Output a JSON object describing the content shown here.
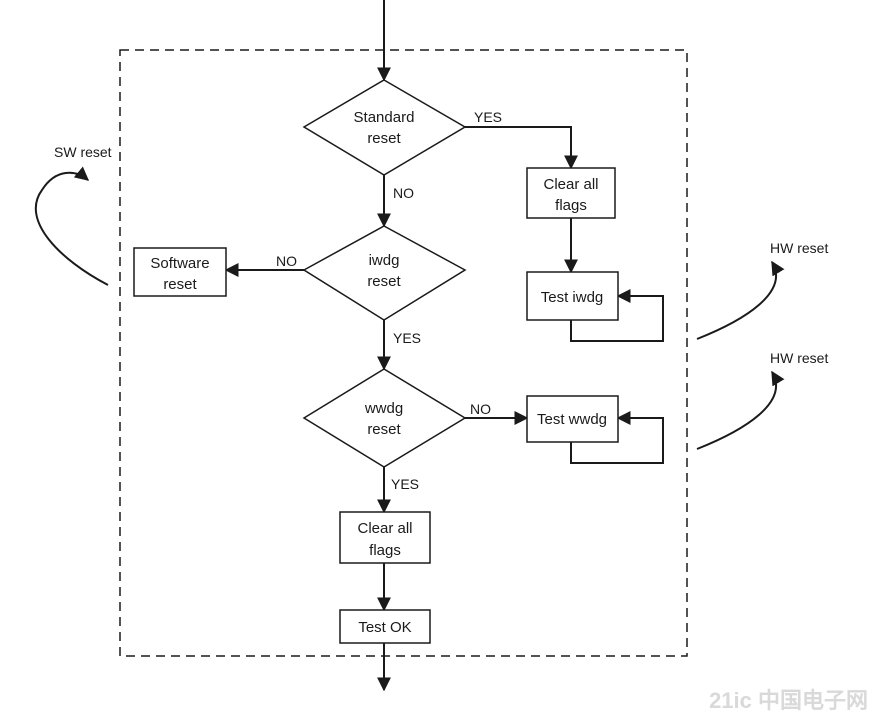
{
  "nodes": {
    "standard_reset": [
      "Standard",
      "reset"
    ],
    "iwdg_reset": [
      "iwdg",
      "reset"
    ],
    "wwdg_reset": [
      "wwdg",
      "reset"
    ],
    "clear_flags_top": [
      "Clear all",
      "flags"
    ],
    "software_reset": [
      "Software",
      "reset"
    ],
    "test_iwdg": "Test iwdg",
    "test_wwdg": "Test wwdg",
    "clear_flags_bottom": [
      "Clear all",
      "flags"
    ],
    "test_ok": "Test OK"
  },
  "edge_labels": {
    "standard_yes": "YES",
    "standard_no": "NO",
    "iwdg_no": "NO",
    "iwdg_yes": "YES",
    "wwdg_no": "NO",
    "wwdg_yes": "YES"
  },
  "external": {
    "sw_reset": "SW reset",
    "hw_reset_1": "HW reset",
    "hw_reset_2": "HW reset"
  },
  "watermark": "21ic 中国电子网",
  "colors": {
    "stroke": "#1a1a1a",
    "background": "#ffffff"
  }
}
